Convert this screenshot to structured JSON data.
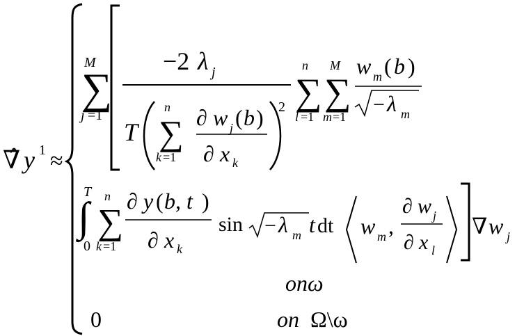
{
  "lhs": {
    "nabla_hat": "∇̂",
    "y": "y",
    "sup": "1",
    "approx": "≈"
  },
  "row1": {
    "sum_upper": "M",
    "sum_j": "j",
    "sum_eq_1": "=1",
    "num_coeff": "−2",
    "lambda": "λ",
    "sub_j": "j",
    "den_T": "T",
    "inner_sum_upper": "n",
    "inner_k": "k",
    "inner_eq_1": "=1",
    "partial": "∂",
    "w": "w",
    "sub_j2": "j",
    "b": "b",
    "x": "x",
    "sub_k": "k",
    "square": "2",
    "sum_l_upper": "n",
    "sum_l": "l",
    "sum_l_eq": "=1",
    "sum_m_upper": "M",
    "sum_m": "m",
    "sum_m_eq": "=1",
    "num_w": "w",
    "sub_m": "m",
    "num_b": "b",
    "sqrt_minus": "−",
    "sqrt_lambda": "λ",
    "sqrt_sub_m": "m"
  },
  "row2": {
    "int_upper": "T",
    "int_lower": "0",
    "sum_upper": "n",
    "sum_k": "k",
    "sum_eq": "=1",
    "partial": "∂",
    "y": "y",
    "args": "b, t",
    "x": "x",
    "sub_k": "k",
    "sin": "sin",
    "minus": "−",
    "lambda": "λ",
    "sub_m": "m",
    "t": "t",
    "dt": "dt",
    "w": "w",
    "sub_m2": "m",
    "comma": ",",
    "pw": "w",
    "sub_j": "j",
    "px": "x",
    "sub_l": "l",
    "nabla": "∇",
    "wj": "w",
    "wj_sub": "j"
  },
  "row3": {
    "on_omega": "onω"
  },
  "row4": {
    "zero": "0",
    "on": "on",
    "set": "Ω\\ω"
  }
}
